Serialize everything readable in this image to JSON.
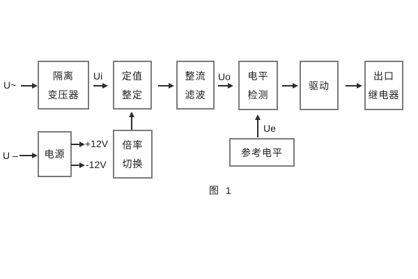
{
  "figure": {
    "caption": "图 1"
  },
  "blocks": {
    "isolation_transformer": {
      "line1": "隔离",
      "line2": "变压器"
    },
    "setting_adjust": {
      "line1": "定值",
      "line2": "整定"
    },
    "rectifier_filter": {
      "line1": "整流",
      "line2": "滤波"
    },
    "level_detect": {
      "line1": "电平",
      "line2": "检测"
    },
    "driver": {
      "line1": "驱动"
    },
    "output_relay": {
      "line1": "出口",
      "line2": "继电器"
    },
    "power_supply": {
      "line1": "电源"
    },
    "ratio_switch": {
      "line1": "倍率",
      "line2": "切换"
    },
    "reference_level": {
      "line1": "参考电平"
    }
  },
  "labels": {
    "input_ac": "U~",
    "input_dc": "U –",
    "ui": "Ui",
    "uo": "Uo",
    "ue": "Ue",
    "plus_12v": "+12V",
    "minus_12v": "-12V"
  },
  "colors": {
    "background": "#ffffff",
    "box_border": "#7a7a7a",
    "text": "#1c1c1c",
    "arrow": "#2d2d2d"
  }
}
